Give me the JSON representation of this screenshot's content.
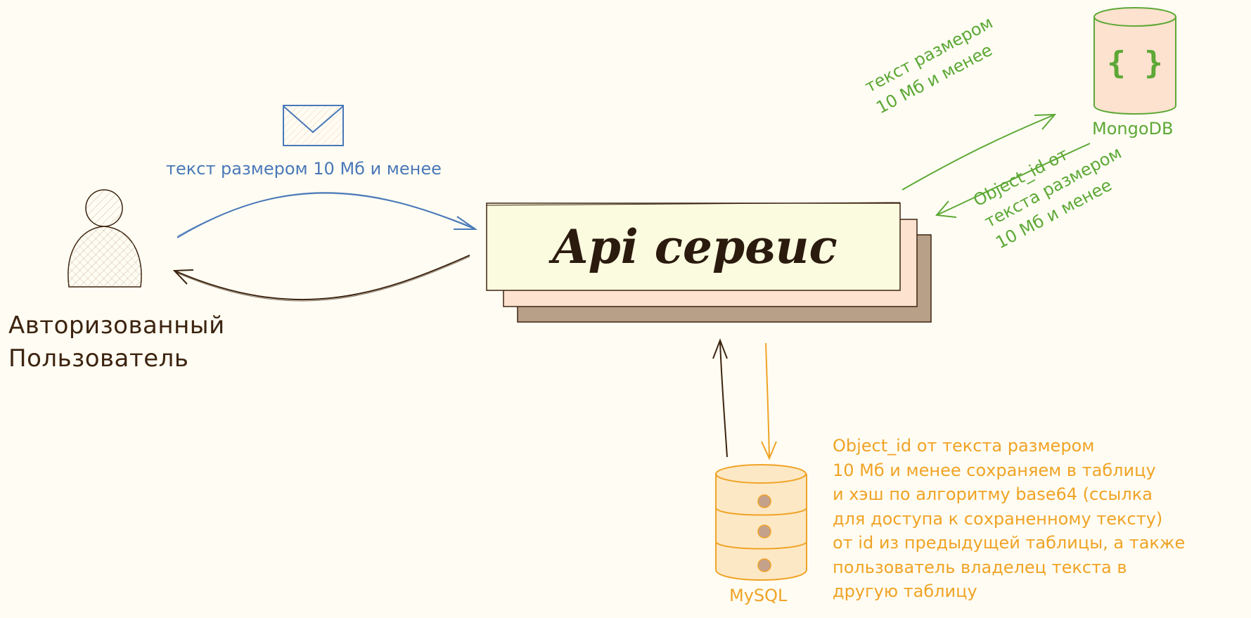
{
  "user": {
    "label": "Авторизованный\nПользователь"
  },
  "api": {
    "title": "Api сервис"
  },
  "user_to_api": {
    "label": "текст размером 10 Мб и менее"
  },
  "api_to_mongo": {
    "label": "текст размером\n10 Мб и менее"
  },
  "mongo_to_api": {
    "label": "Object_id от\nтекста размером\n10 Мб и менее"
  },
  "mongo": {
    "label": "MongoDB",
    "icon_text": "{ }"
  },
  "mysql": {
    "label": "MySQL"
  },
  "mysql_note": {
    "text": "Object_id от текста размером\n10 Мб и менее сохраняем в таблицу\nи хэш по алгоритму base64 (ссылка\nдля доступа к сохраненному тексту)\nот id из предыдущей таблицы, а также\nпользователь владелец текста в\nдругую таблицу"
  },
  "colors": {
    "background": "#fffdf3",
    "blue": "#4a78b8",
    "green": "#5da836",
    "orange": "#f0a326",
    "brown": "#3d2410",
    "api_front": "#fbfbe0",
    "api_middle": "#fde2cf",
    "api_back": "#b89f88",
    "mongo_fill": "#fde2cf",
    "mysql_fill": "#fde8c5"
  }
}
